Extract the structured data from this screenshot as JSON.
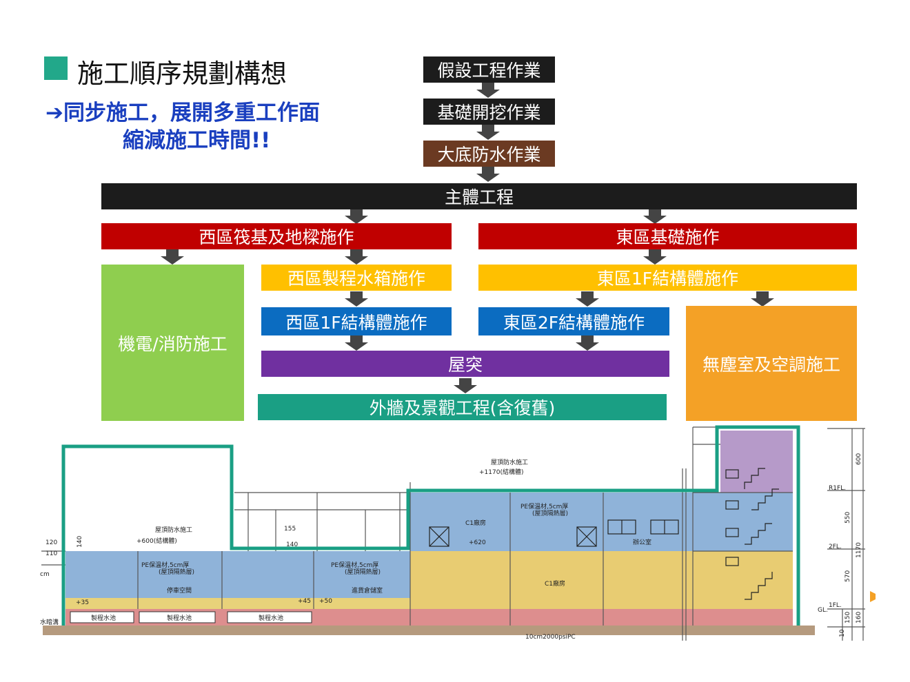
{
  "title": "施工順序規劃構想",
  "subtitle": {
    "line1": "➔同步施工，展開多重工作面",
    "line2": "縮減施工時間!!"
  },
  "flow": {
    "temp_works": "假設工程作業",
    "foundation_excavation": "基礎開挖作業",
    "base_waterproofing": "大底防水作業",
    "main_structure": "主體工程",
    "west_raft": "西區筏基及地樑施作",
    "east_foundation": "東區基礎施作",
    "mep_fire": "機電/消防施工",
    "west_tank": "西區製程水箱施作",
    "east_1f": "東區1F結構體施作",
    "west_1f": "西區1F結構體施作",
    "east_2f": "東區2F結構體施作",
    "rooftop": "屋突",
    "cleanroom_hvac": "無塵室及空調施工",
    "facade_landscape": "外牆及景觀工程(含復舊)"
  },
  "colors": {
    "black": "#1c1c1c",
    "brown": "#6b3a22",
    "red": "#c00000",
    "green_light": "#8fce4f",
    "yellow": "#ffc000",
    "blue": "#0b6cc1",
    "purple": "#7030a0",
    "teal": "#1a9f84",
    "orange": "#f4a126",
    "outline_teal": "#1a9f84"
  },
  "section": {
    "roof_wp_east": "屋頂防水施工",
    "elev_1170": "+1170(結構體)",
    "roof_wp_west": "屋頂防水施工",
    "elev_600": "+600(結構體)",
    "pe_insulation": "PE保溫材,5cm厚",
    "insulation_layer": "(屋頂隔熱層)",
    "parking": "停車空間",
    "loading": "進貨倉儲室",
    "c1_plant": "C1廠房",
    "office": "辦公室",
    "tank1": "製程水池",
    "tank2": "製程水池",
    "tank3": "製程水池",
    "plus620": "+620",
    "plus35": "+35",
    "plus45": "+45",
    "plus50": "+50",
    "dim155": "155",
    "dim140": "140",
    "dim140v": "140",
    "dim120": "120",
    "dim110": "110",
    "slab": "10cm2000psiPC",
    "r1fl": "R1FL.",
    "fl2": "2FL.",
    "fl1": "1FL.",
    "gl": "GL.",
    "d600": "600",
    "d550": "550",
    "d570": "570",
    "d1170": "1170",
    "d150": "150",
    "d160": "160",
    "d10": "10",
    "left_cm": "cm",
    "left_water": "水暗溝"
  }
}
